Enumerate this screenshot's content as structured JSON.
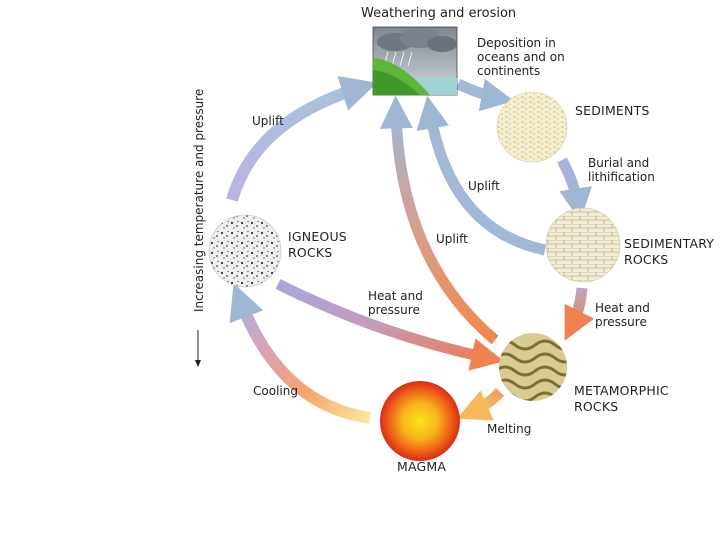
{
  "title": "Weathering and erosion",
  "side_label": "Increasing temperature and pressure",
  "nodes": {
    "sediments": "SEDIMENTS",
    "sedimentary_rocks": "SEDIMENTARY\nROCKS",
    "metamorphic_rocks": "METAMORPHIC\nROCKS",
    "magma": "MAGMA",
    "igneous_rocks": "IGNEOUS\nROCKS"
  },
  "processes": {
    "deposition": "Deposition in\noceans and on\ncontinents",
    "burial": "Burial and\nlithification",
    "heat_pressure_right": "Heat and\npressure",
    "melting": "Melting",
    "cooling": "Cooling",
    "uplift_igneous": "Uplift",
    "uplift_sedimentary": "Uplift",
    "uplift_metamorphic": "Uplift",
    "heat_pressure_left": "Heat and\npressure"
  },
  "colors": {
    "cool_arrow": "#9fb7d8",
    "warm_arrow": "#e98a5a",
    "hot_arrow": "#f7d98a",
    "magma_core": "#f7e11a",
    "magma_edge": "#e0331a",
    "sediment": "#f3ecc6",
    "sedimentary": "#f0ebcf",
    "metamorphic": "#c8b778"
  }
}
